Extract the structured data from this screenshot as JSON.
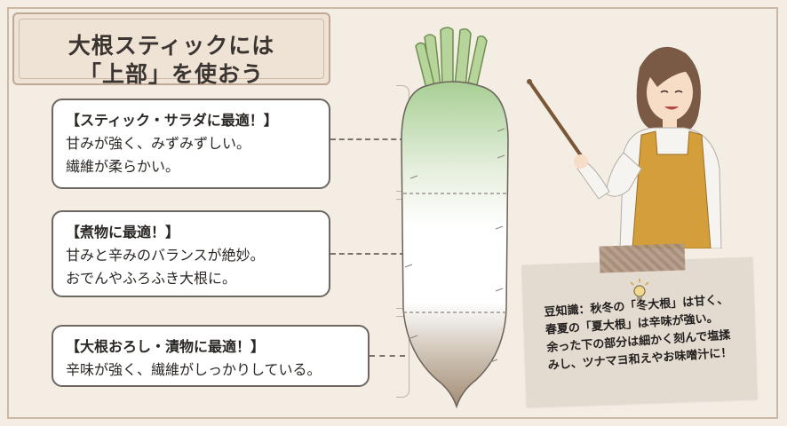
{
  "title": {
    "line1": "大根スティックには",
    "line2": "「上部」を使おう"
  },
  "sections": [
    {
      "heading": "【スティック・サラダに最適！】",
      "lines": [
        "甘みが強く、みずみずしい。",
        "繊維が柔らかい。"
      ]
    },
    {
      "heading": "【煮物に最適！】",
      "lines": [
        "甘みと辛みのバランスが絶妙。",
        "おでんやふろふき大根に。"
      ]
    },
    {
      "heading": "【大根おろし・漬物に最適！】",
      "lines": [
        "辛味が強く、繊維がしっかりしている。"
      ]
    }
  ],
  "tip": {
    "lines": [
      "豆知識：秋冬の「冬大根」は甘く、",
      "春夏の「夏大根」は辛味が強い。",
      "余った下の部分は細かく刻んで塩揉",
      "みし、ツナマヨ和えやお味噌汁に！"
    ]
  },
  "icons": {
    "radish": "daikon-radish-illustration",
    "teacher": "teacher-with-pointer-illustration",
    "bulb": "lightbulb-icon",
    "tape": "masking-tape"
  },
  "colors": {
    "background": "#f3ede4",
    "leaf": "#b7d59a",
    "radish_top": "#a9cf98",
    "radish_bottom": "#b8a48e",
    "apron": "#d49f3a",
    "note": "#e4dbd0"
  }
}
